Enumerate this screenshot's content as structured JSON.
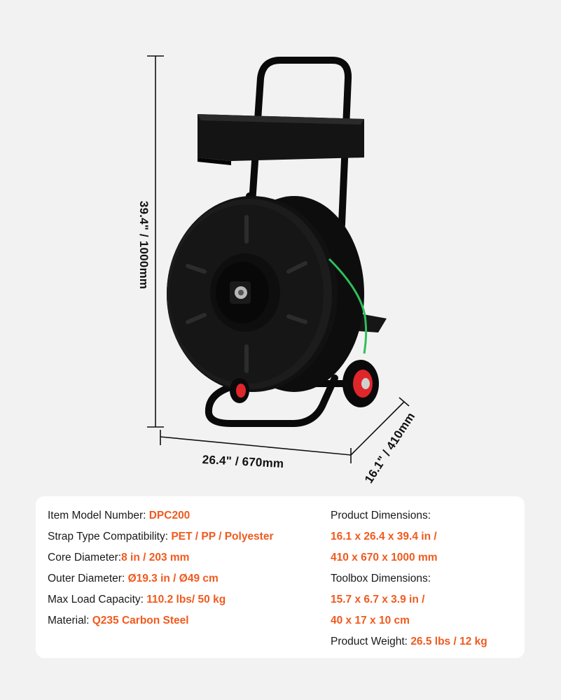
{
  "dimensions": {
    "height": "39.4\" / 1000mm",
    "width": "26.4\" / 670mm",
    "depth": "16.1\" / 410mm"
  },
  "colors": {
    "accent": "#f05a1e",
    "text": "#1a1a1a",
    "background": "#f2f2f3",
    "card": "#ffffff",
    "strap": "#2fbf5a",
    "wheel_hub": "#e0262a"
  },
  "specs_left": [
    {
      "label": "Item Model Number: ",
      "value": "DPC200"
    },
    {
      "label": "Strap Type Compatibility: ",
      "value": "PET / PP / Polyester"
    },
    {
      "label": "Core Diameter:",
      "value": "8 in / 203 mm"
    },
    {
      "label": "Outer Diameter: ",
      "value": "Ø19.3 in / Ø49 cm"
    },
    {
      "label": "Max Load Capacity: ",
      "value": "110.2 lbs/ 50 kg"
    },
    {
      "label": "Material: ",
      "value": "Q235 Carbon Steel"
    }
  ],
  "specs_right": {
    "product_dim_label": "Product Dimensions:",
    "product_dim_in": "16.1 x 26.4 x 39.4 in /",
    "product_dim_mm": "410 x 670 x 1000 mm",
    "toolbox_label": "Toolbox Dimensions:",
    "toolbox_in": "15.7 x 6.7 x 3.9 in /",
    "toolbox_cm": "40 x 17 x 10 cm",
    "weight_label": "Product Weight: ",
    "weight_value": "26.5 lbs / 12 kg"
  }
}
